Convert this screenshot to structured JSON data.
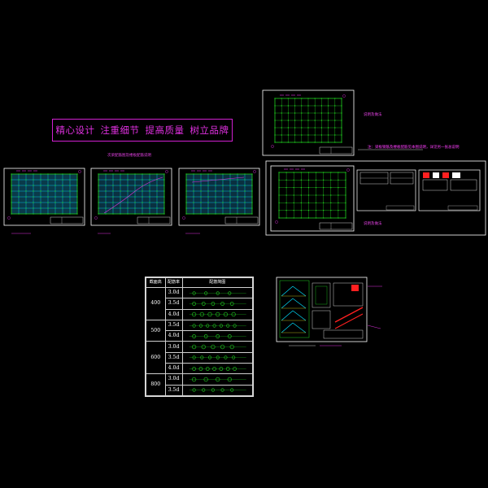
{
  "banner": {
    "phrases": [
      "精心设计",
      "注重细节",
      "提高质量",
      "树立品牌"
    ]
  },
  "labels": {
    "plan_2_title": "次梁配筋图及楼板配筋说明",
    "right_top_note": "说明及做法",
    "right_top_caption": "注：梁板钢筋及楼板配筋见本图说明，详见另一张总说明",
    "right_bottom_caption": "说明及做法"
  },
  "rebar_table": {
    "headers": [
      "截面高",
      "配筋率",
      "配筋简图"
    ],
    "groups": [
      {
        "section": "400",
        "rows": [
          "3.0d",
          "3.5d",
          "4.0d"
        ]
      },
      {
        "section": "500",
        "rows": [
          "3.5d",
          "4.0d"
        ]
      },
      {
        "section": "600",
        "rows": [
          "3.0d",
          "3.5d",
          "4.0d"
        ]
      },
      {
        "section": "800",
        "rows": [
          "3.0d",
          "3.5d"
        ]
      }
    ]
  },
  "colors": {
    "background": "#000000",
    "frame": "#ffffff",
    "grid_green": "#20d020",
    "cyan": "#00e0ff",
    "magenta": "#e030e0",
    "red": "#ff2020",
    "yellow": "#e0e020"
  }
}
